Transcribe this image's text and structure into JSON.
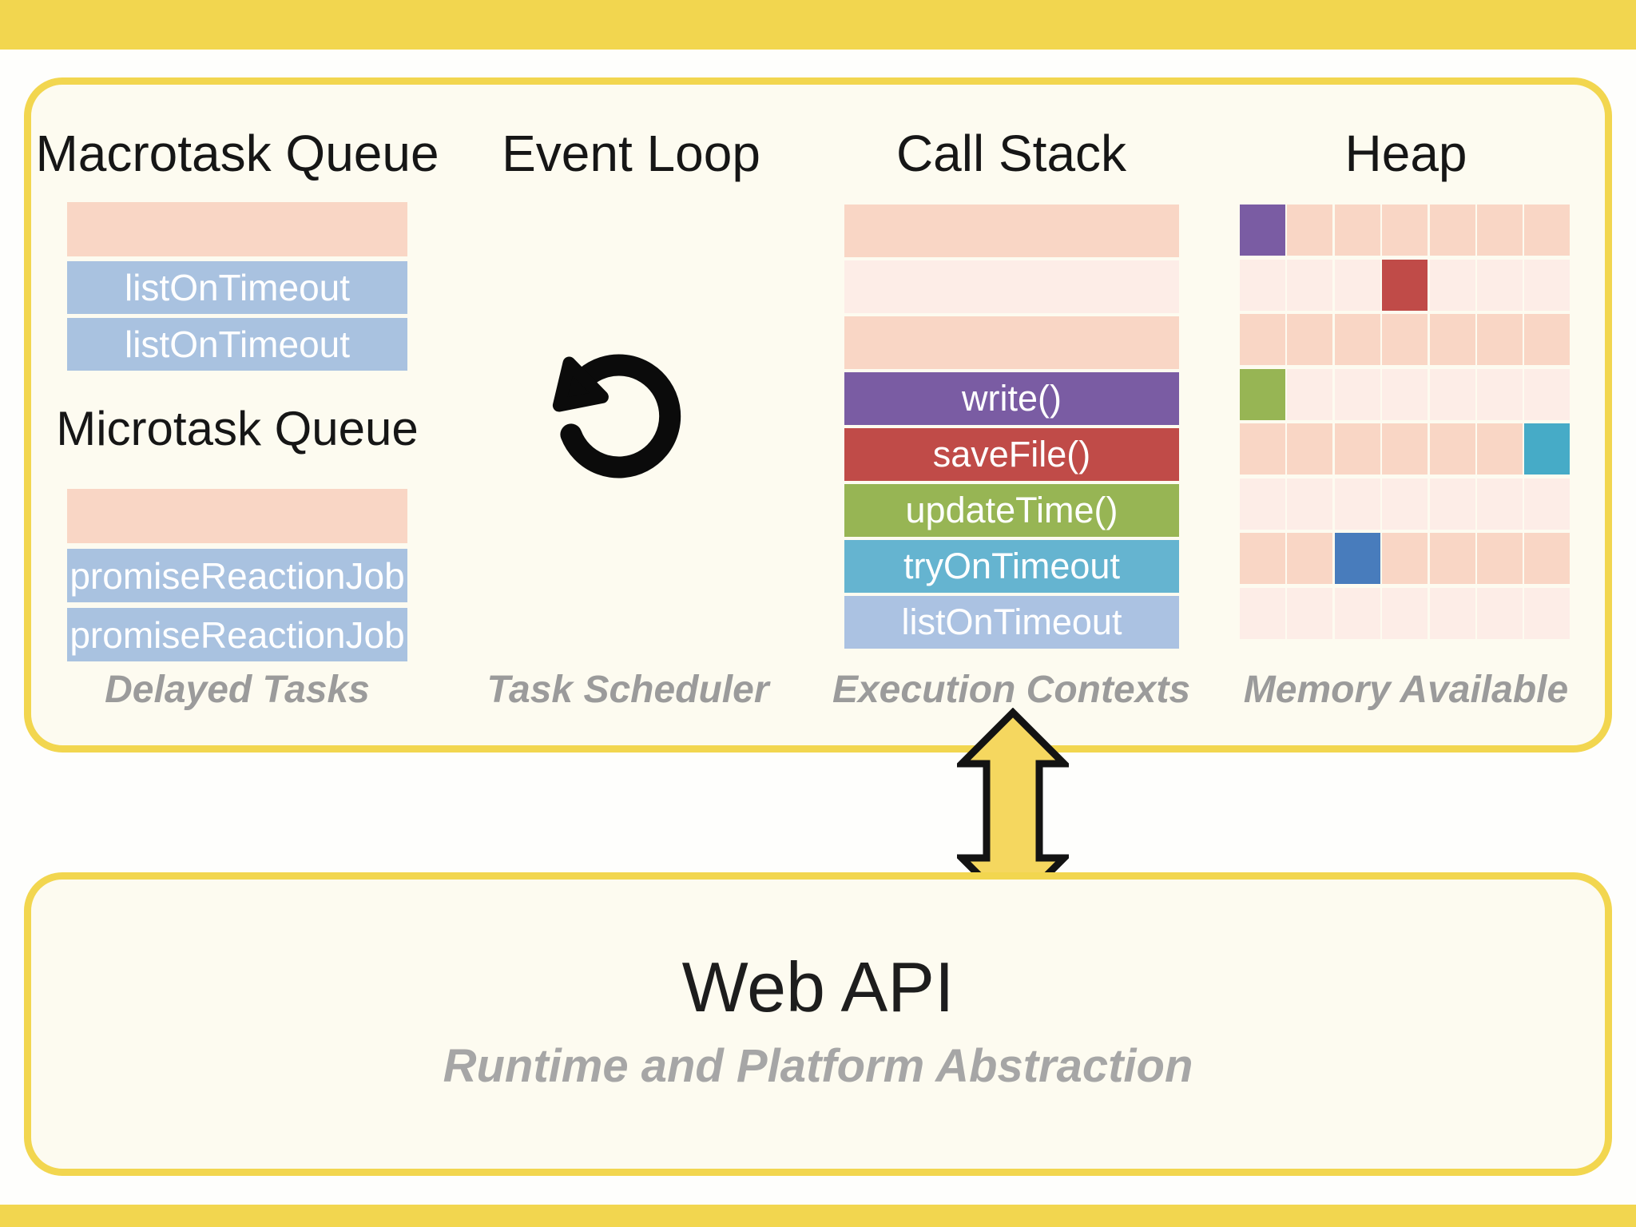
{
  "colors": {
    "yellow": "#F2D64F",
    "arrow_yellow": "#F5D75F",
    "cream": "#FDFBF0",
    "pink_dark": "#F9D6C5",
    "pink_light": "#FDEDE7",
    "queue_blue": "#A9C2E0",
    "purple": "#7A5CA3",
    "red": "#C04B48",
    "green": "#97B554",
    "cyan": "#65B4D0",
    "stack_blue": "#ABC2E2",
    "heap_teal": "#46ABC7",
    "heap_blue": "#487CBC",
    "label_gray": "#9B9B9B",
    "black": "#161616"
  },
  "runtime": {
    "macrotask": {
      "title": "Macrotask Queue",
      "rows": [
        "",
        "listOnTimeout",
        "listOnTimeout"
      ]
    },
    "microtask": {
      "title": "Microtask Queue",
      "rows": [
        "",
        "promiseReactionJob",
        "promiseReactionJob"
      ]
    },
    "queues_caption": "Delayed Tasks",
    "event_loop": {
      "title": "Event Loop",
      "caption": "Task Scheduler",
      "icon": "counterclockwise-loop-arrow"
    },
    "call_stack": {
      "title": "Call Stack",
      "caption": "Execution Contexts",
      "empty_rows": 3,
      "frames": [
        "write()",
        "saveFile()",
        "updateTime()",
        "tryOnTimeout",
        "listOnTimeout"
      ]
    },
    "heap": {
      "title": "Heap",
      "caption": "Memory Available",
      "rows": 8,
      "cols": 7,
      "allocated": [
        {
          "row": 0,
          "col": 0,
          "color": "purple"
        },
        {
          "row": 1,
          "col": 3,
          "color": "red"
        },
        {
          "row": 3,
          "col": 0,
          "color": "green"
        },
        {
          "row": 4,
          "col": 6,
          "color": "heap_teal"
        },
        {
          "row": 6,
          "col": 2,
          "color": "heap_blue"
        }
      ]
    }
  },
  "web_api": {
    "title": "Web API",
    "subtitle": "Runtime and Platform Abstraction"
  }
}
